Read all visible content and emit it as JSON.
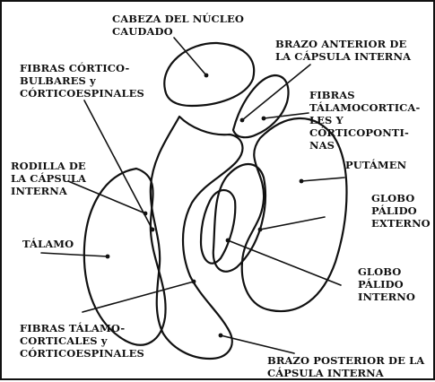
{
  "diagram": {
    "labels": {
      "cabeza_nucleo_caudado": "CABEZA DEL NÚCLEO\nCAUDADO",
      "brazo_anterior_capsula": "BRAZO ANTERIOR DE\nLA CÁPSULA INTERNA",
      "fibras_corticobulbares": "FIBRAS CÓRTICO-\nBULBARES y\nCÓRTICOESPINALES",
      "fibras_talamocorticales_corticopontinas": "FIBRAS\nTÁLAMOCORTICA-\nLES Y\nCÓRTICOPONTI-\nNAS",
      "putamen": "PUTÁMEN",
      "rodilla_capsula": "RODILLA DE\nLA CÁPSULA\nINTERNA",
      "globo_palido_externo": "GLOBO\nPÁLIDO\nEXTERNO",
      "talamo": "TÁLAMO",
      "globo_palido_interno": "GLOBO\nPÁLIDO\nINTERNO",
      "fibras_talamocorticales_corticoespinales": "FIBRAS TÁLAMO-\nCORTICALES y\nCÓRTICOESPINALES",
      "brazo_posterior_capsula": "BRAZO POSTERIOR DE LA\nCÁPSULA INTERNA"
    },
    "colors": {
      "ink": "#111111",
      "background": "#ffffff"
    }
  }
}
